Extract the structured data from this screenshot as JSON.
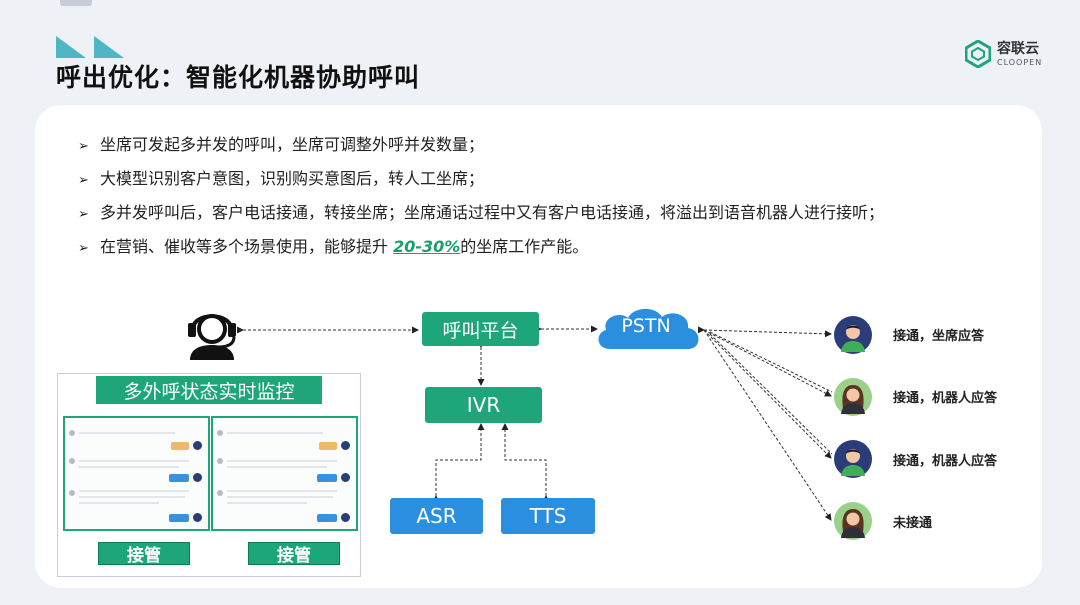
{
  "title": "呼出优化：智能化机器协助呼叫",
  "logo": {
    "cn": "容联云",
    "en": "CLOOPEN"
  },
  "bullets": [
    "坐席可发起多并发的呼叫，坐席可调整外呼并发数量；",
    "大模型识别客户意图，识别购买意图后，转人工坐席；",
    "多并发呼叫后，客户电话接通，转接坐席；坐席通话过程中又有客户电话接通，将溢出到语音机器人进行接听；"
  ],
  "last_bullet": {
    "prefix": "在营销、催收等多个场景使用，能够提升 ",
    "highlight": "20-30%",
    "suffix": "的坐席工作产能。"
  },
  "nodes": {
    "platform": "呼叫平台",
    "pstn": "PSTN",
    "ivr": "IVR",
    "asr": "ASR",
    "tts": "TTS"
  },
  "monitor": {
    "title": "多外呼状态实时监控",
    "take_over": [
      "接管",
      "接管"
    ]
  },
  "recipients": [
    "接通，坐席应答",
    "接通，机器人应答",
    "接通，机器人应答",
    "未接通"
  ],
  "colors": {
    "green": "#1ea57a",
    "blue": "#2b8fe0",
    "highlight": "#1aa06a",
    "teal_deco": "#4fb7c4"
  }
}
